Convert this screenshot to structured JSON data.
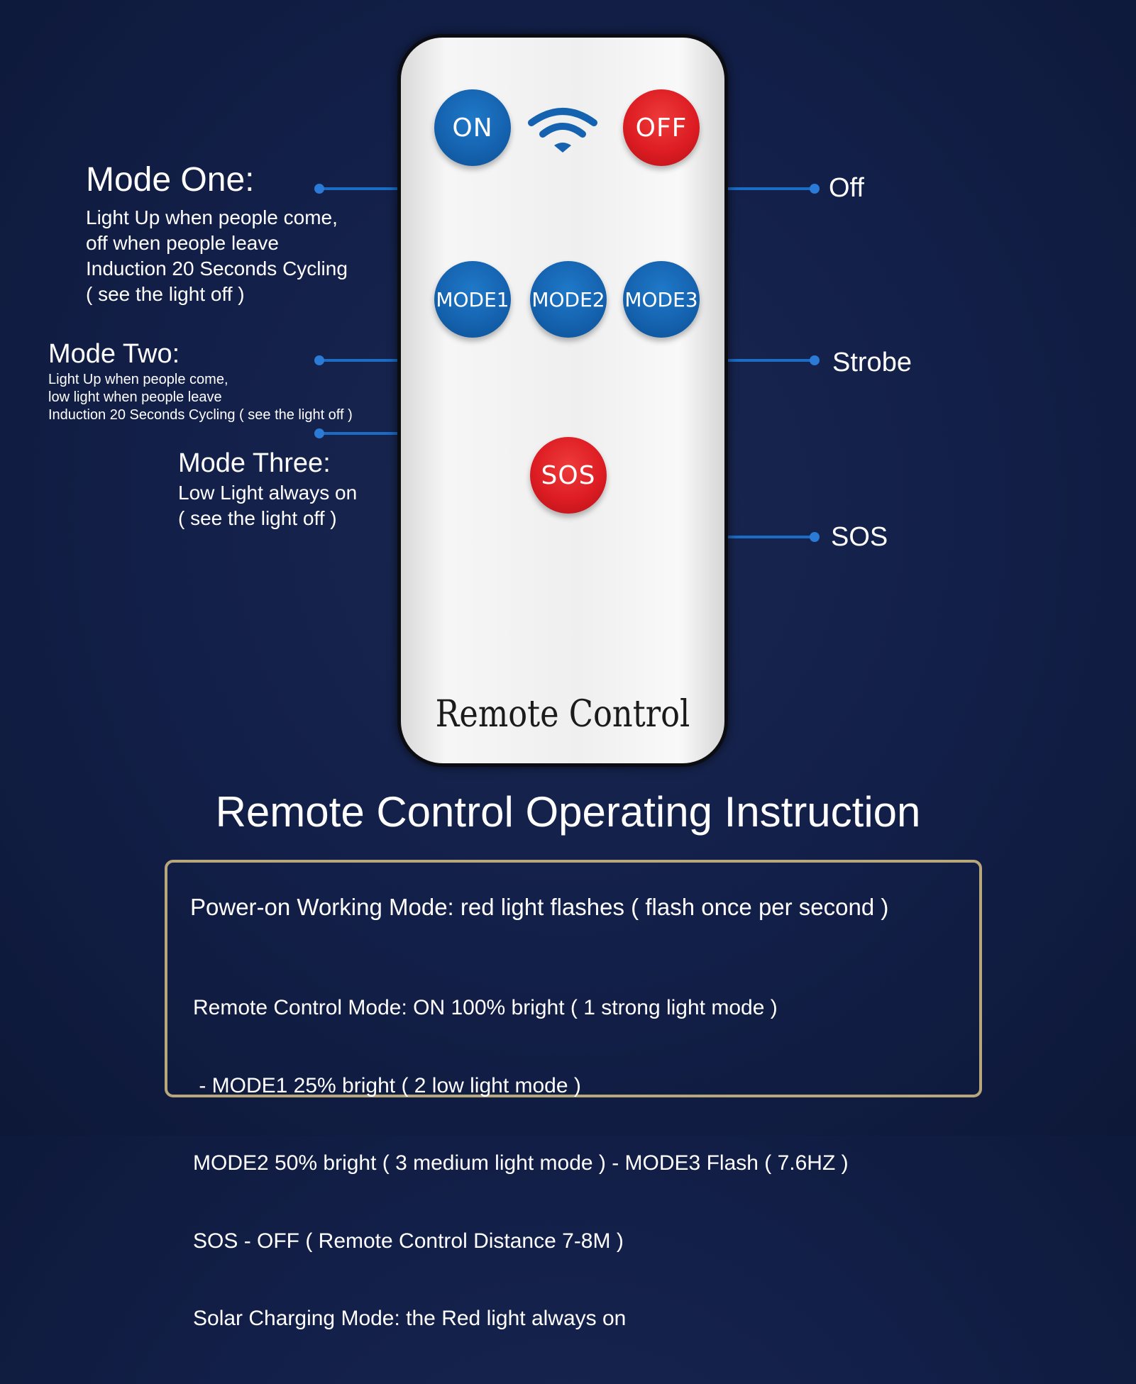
{
  "remote": {
    "buttons": {
      "on": "ON",
      "off": "OFF",
      "mode1": "MODE1",
      "mode2": "MODE2",
      "mode3": "MODE3",
      "sos": "SOS"
    },
    "signal_icon": "wifi-icon",
    "name": "Remote Control"
  },
  "labels": {
    "mode_one": {
      "title": "Mode One:",
      "lines": [
        "Light Up when people come,",
        "off when people leave",
        "Induction 20 Seconds Cycling",
        "( see the light off )"
      ]
    },
    "mode_two": {
      "title": "Mode Two:",
      "lines": [
        "Light Up when people come,",
        "low light when people leave",
        "Induction 20 Seconds Cycling ( see the light off )"
      ]
    },
    "mode_three": {
      "title": "Mode Three:",
      "lines": [
        "Low Light always on",
        "( see the light off )"
      ]
    },
    "off": "Off",
    "strobe": "Strobe",
    "sos": "SOS"
  },
  "instruction": {
    "title": "Remote Control Operating Instruction",
    "power_on": "Power-on Working Mode: red light flashes ( flash once per second )",
    "lines": [
      "Remote Control Mode: ON 100% bright ( 1 strong light mode )",
      " - MODE1 25% bright ( 2 low light mode )",
      "MODE2 50% bright ( 3 medium light mode ) - MODE3 Flash ( 7.6HZ )",
      "SOS - OFF ( Remote Control Distance 7-8M )",
      "Solar Charging Mode: the Red light always on"
    ]
  },
  "colors": {
    "background": "#13204a",
    "connector": "#1565c0",
    "button_blue": "#1563b0",
    "button_red": "#dd1d23",
    "frame_gold": "#b9a77c"
  }
}
